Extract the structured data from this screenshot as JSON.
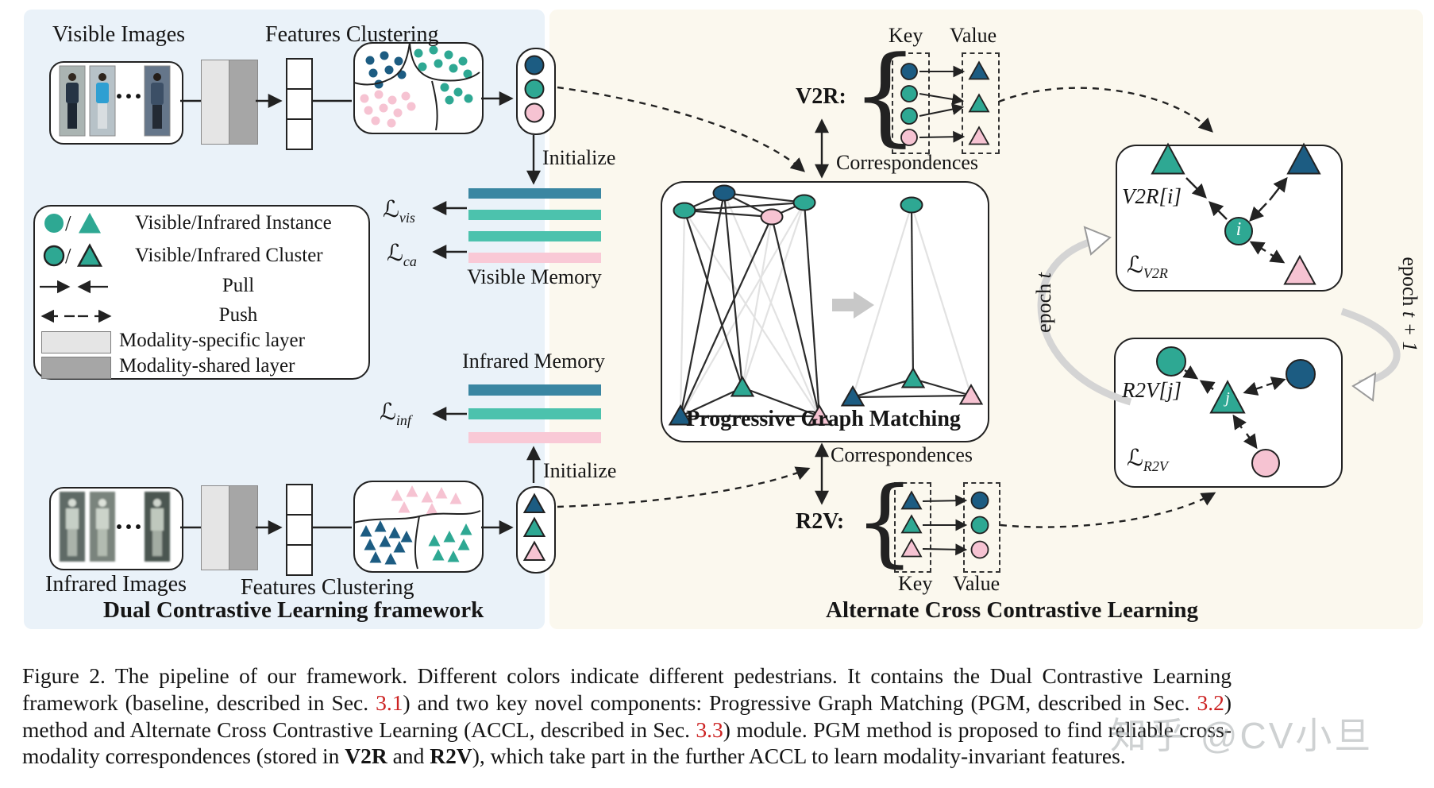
{
  "colors": {
    "teal": "#2EA893",
    "teal_light": "#4CC2AD",
    "dark_blue": "#1C5C82",
    "steel_blue": "#3A86A2",
    "pink": "#F6C3D2",
    "pink_bar": "#F9C9D6",
    "left_panel_bg": "#EAF2F9",
    "right_panel_bg": "#FBF8EE",
    "ref_red": "#CC2222"
  },
  "left_panel": {
    "visible_images_label": "Visible Images",
    "features_clustering_top": "Features Clustering",
    "ellipsis": "···",
    "initialize_top": "Initialize",
    "initialize_bottom": "Initialize",
    "visible_memory_label": "Visible Memory",
    "infrared_memory_label": "Infrared Memory",
    "loss_vis_symbol": "ℒ",
    "loss_vis_sub": "vis",
    "loss_ca_symbol": "ℒ",
    "loss_ca_sub": "ca",
    "loss_inf_symbol": "ℒ",
    "loss_inf_sub": "inf",
    "legend": {
      "slash": "/",
      "instance": "Visible/Infrared Instance",
      "cluster": "Visible/Infrared Cluster",
      "pull": "Pull",
      "push": "Push",
      "specific": "Modality-specific layer",
      "shared": "Modality-shared layer"
    },
    "infrared_images_label": "Infrared Images",
    "features_clustering_bottom": "Features Clustering",
    "title": "Dual Contrastive Learning framework"
  },
  "right_panel": {
    "v2r_label": "V2R:",
    "r2v_label": "R2V:",
    "key_top": "Key",
    "value_top": "Value",
    "key_bottom": "Key",
    "value_bottom": "Value",
    "correspondences_top": "Correspondences",
    "correspondences_bottom": "Correspondences",
    "pgm_title": "Progressive Graph Matching",
    "accl_title": "Alternate Cross Contrastive Learning",
    "brace": "{",
    "v2r_box_label": "V2R[i]",
    "v2r_node": "i",
    "loss_v2r_symbol": "ℒ",
    "loss_v2r_sub": "V2R",
    "r2v_box_label": "R2V[j]",
    "r2v_node": "j",
    "loss_r2v_symbol": "ℒ",
    "loss_r2v_sub": "R2V",
    "epoch_left_word": "epoch ",
    "epoch_left_var": "t",
    "epoch_right_word": "epoch ",
    "epoch_right_var": "t + 1"
  },
  "caption": {
    "part1": "Figure 2.  The pipeline of our framework.  Different colors indicate different pedestrians.  It contains the Dual Contrastive Learning framework (baseline, described in Sec. ",
    "ref1": "3.1",
    "part2": ") and two key novel components:  Progressive Graph Matching (PGM, described in Sec. ",
    "ref2": "3.2",
    "part3": ") method and Alternate Cross Contrastive Learning (ACCL, described in Sec. ",
    "ref3": "3.3",
    "part4": ") module.  PGM method is proposed to find reliable cross-modality correspondences (stored in ",
    "bold1": "V2R",
    "part5": " and ",
    "bold2": "R2V",
    "part6": "), which take part in the further ACCL to learn modality-invariant features."
  },
  "watermark": "知乎 @CV小旦"
}
